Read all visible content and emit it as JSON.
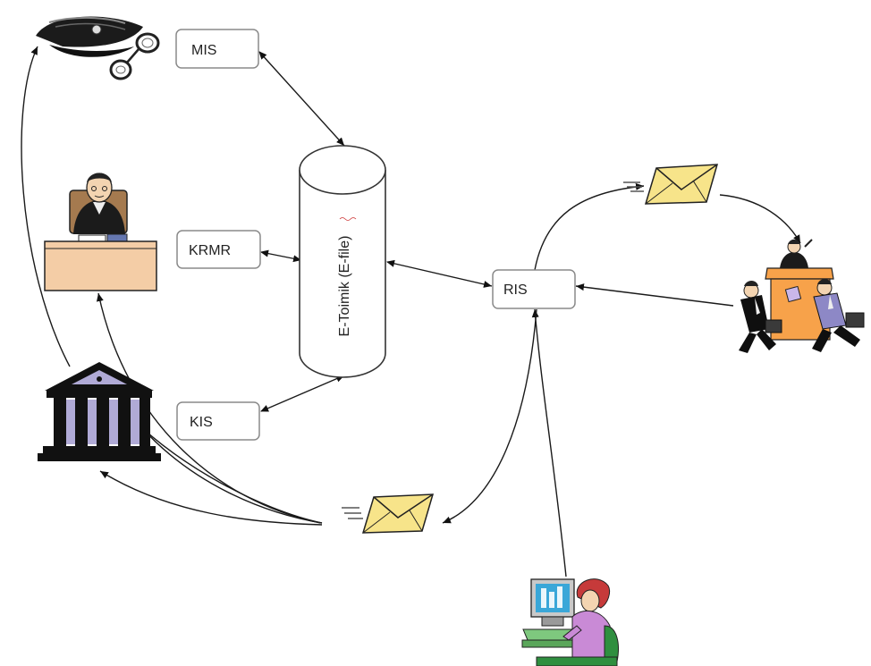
{
  "nodes": {
    "mis": "MIS",
    "krmr": "KRMR",
    "kis": "KIS",
    "ris": "RIS"
  },
  "database": {
    "label": "E-Toimik (E-file)"
  },
  "icons": {
    "police": "police-cap-handcuffs-icon",
    "judge": "judge-at-desk-icon",
    "court": "courthouse-icon",
    "letter_top": "envelope-icon",
    "letter_bottom": "envelope-icon",
    "courtroom": "courtroom-scene-icon",
    "user": "person-at-computer-icon"
  },
  "colors": {
    "box_border": "#8a8a8a",
    "envelope": "#f7e48a",
    "desk": "#f4cda6",
    "courthouse": "#b0aad6",
    "courtroom_orange": "#f7a24a"
  }
}
